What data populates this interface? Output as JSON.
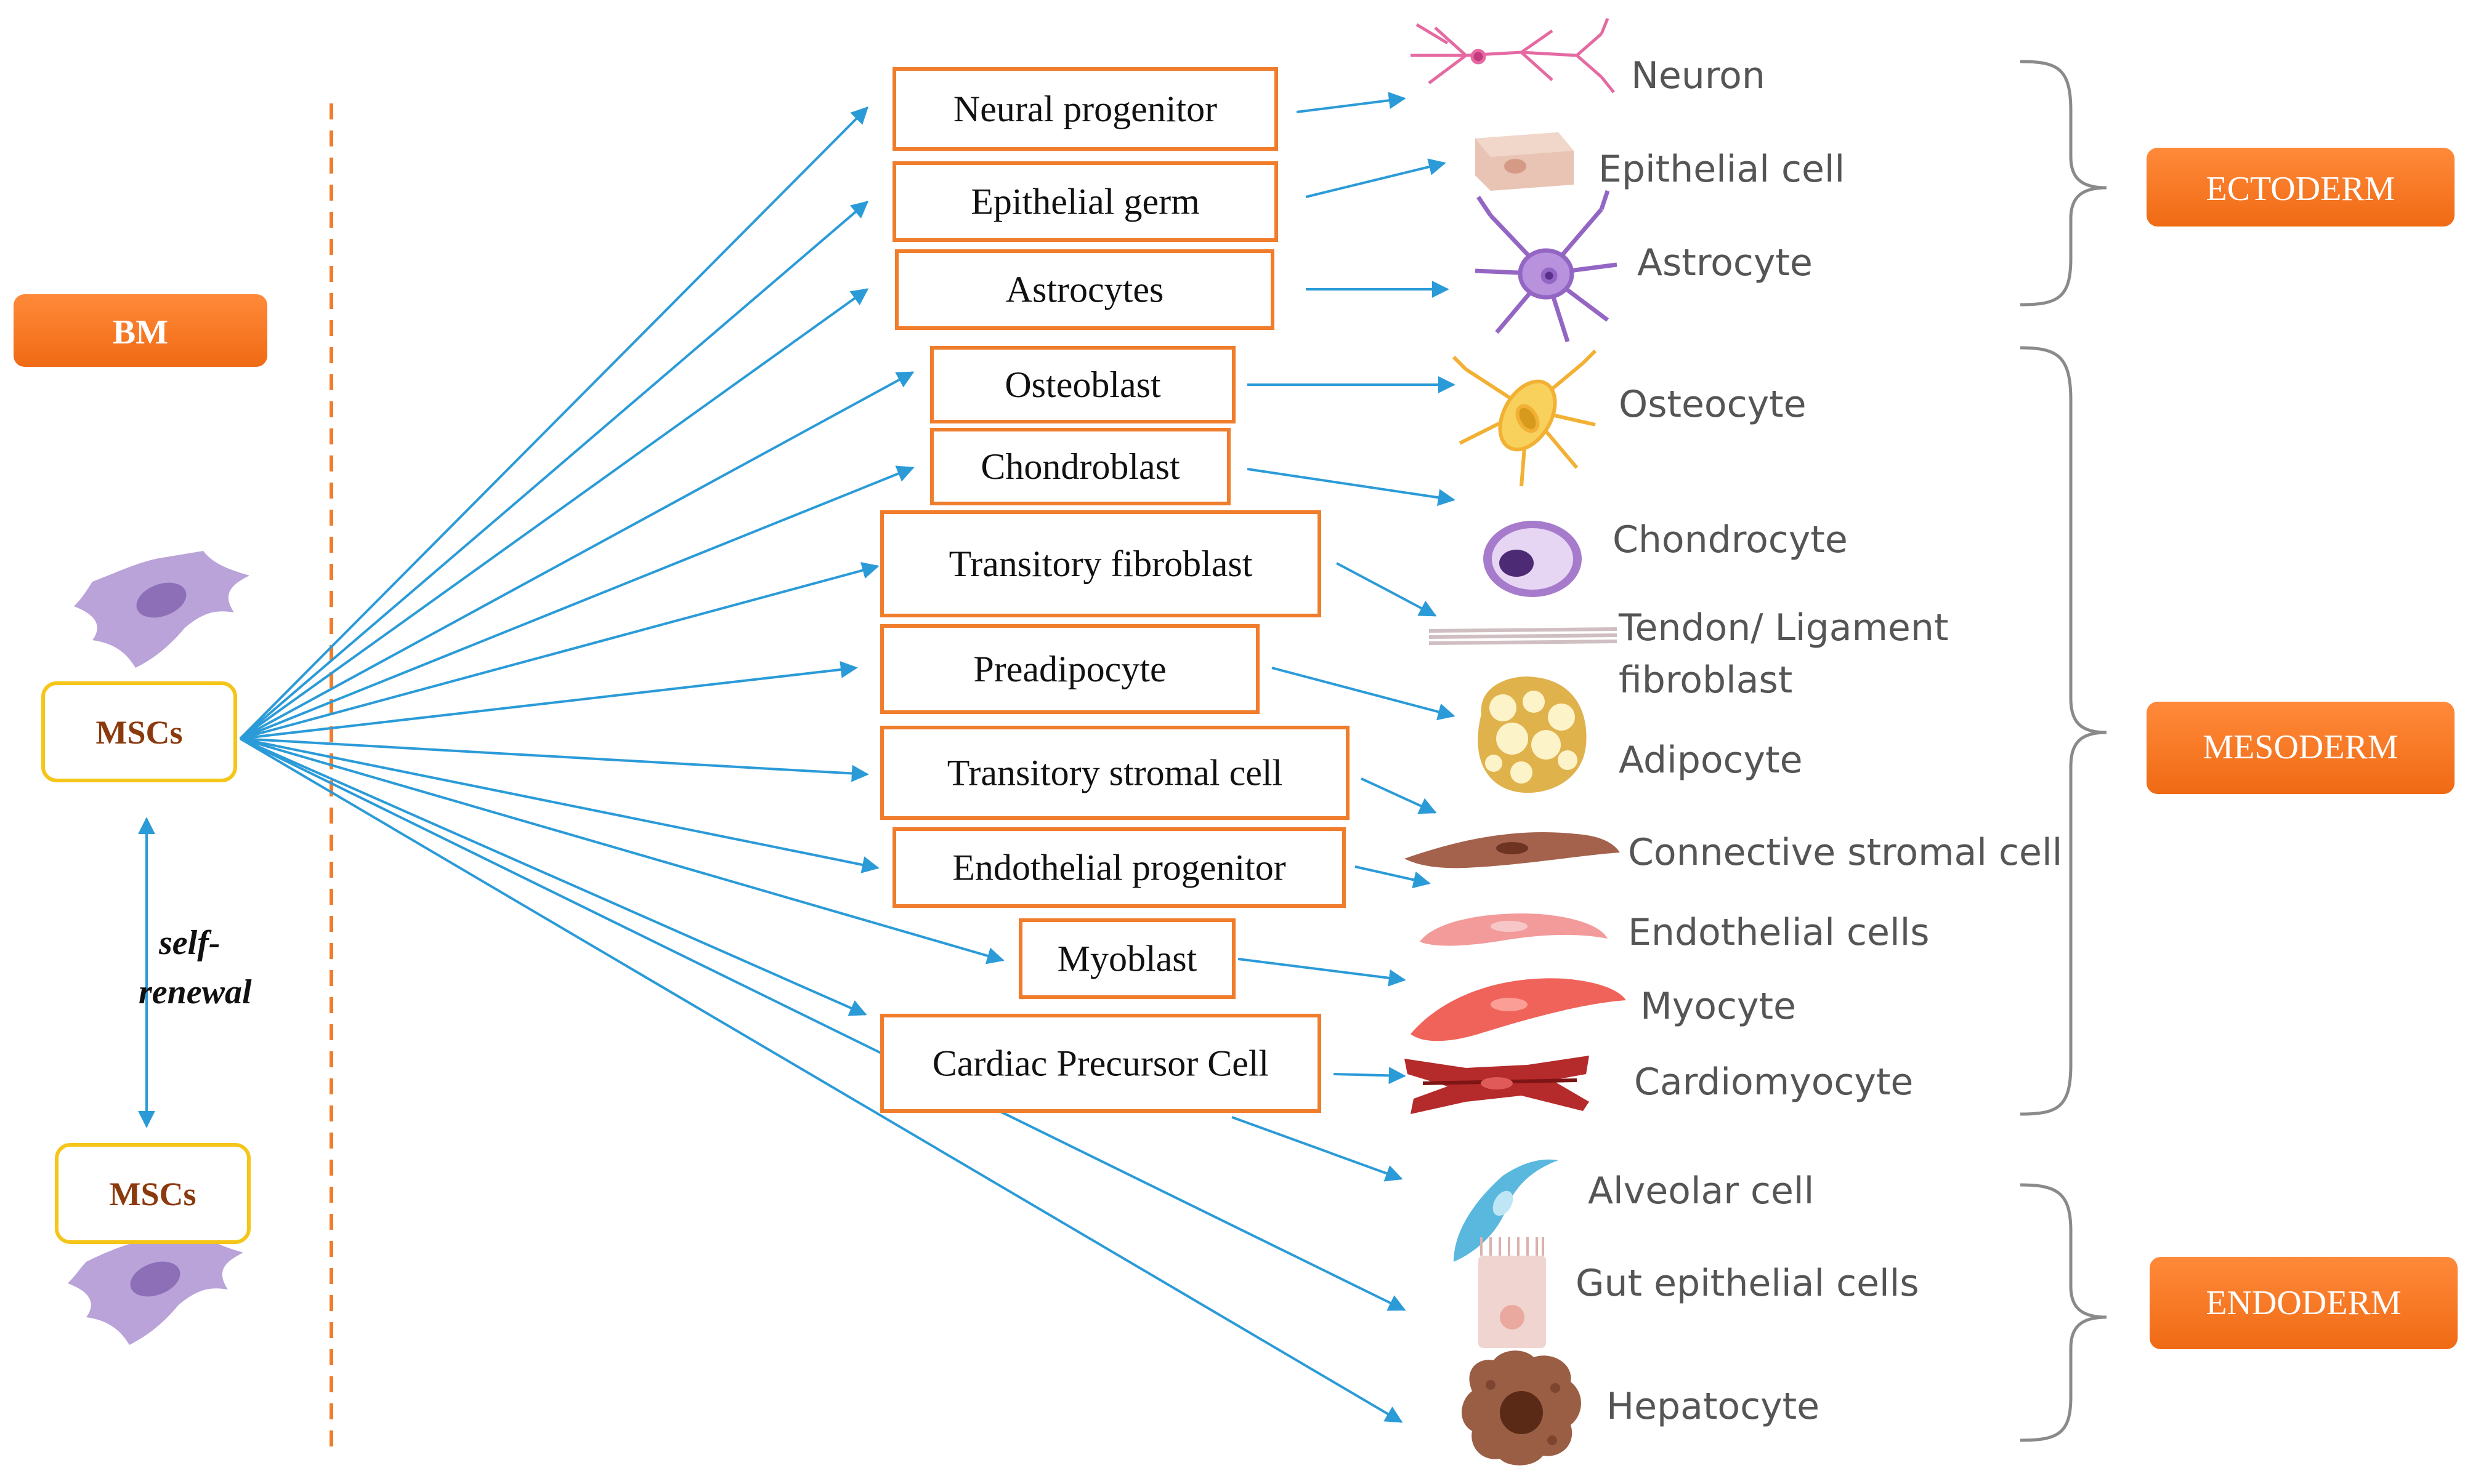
{
  "origin": {
    "niche_label": "BM",
    "msc_label": "MSCs",
    "msc_daughter_label": "MSCs",
    "self_renewal_label": "self-\nrenewal"
  },
  "progenitors": [
    "Neural progenitor",
    "Epithelial germ",
    "Astrocytes",
    "Osteoblast",
    "Chondroblast",
    "Transitory fibroblast",
    "Preadipocyte",
    "Transitory stromal cell",
    "Endothelial progenitor",
    "Myoblast",
    "Cardiac Precursor Cell"
  ],
  "cell_types": [
    {
      "label": "Neuron",
      "icon": "neuron-icon"
    },
    {
      "label": "Epithelial cell",
      "icon": "epithelial-cell-icon"
    },
    {
      "label": "Astrocyte",
      "icon": "astrocyte-icon"
    },
    {
      "label": "Osteocyte",
      "icon": "osteocyte-icon"
    },
    {
      "label": "Chondrocyte",
      "icon": "chondrocyte-icon"
    },
    {
      "label": "Tendon/ Ligament\nfibroblast",
      "icon": "fibroblast-icon"
    },
    {
      "label": "Adipocyte",
      "icon": "adipocyte-icon"
    },
    {
      "label": "Connective stromal cell",
      "icon": "stromal-cell-icon"
    },
    {
      "label": "Endothelial cells",
      "icon": "endothelial-cell-icon"
    },
    {
      "label": "Myocyte",
      "icon": "myocyte-icon"
    },
    {
      "label": "Cardiomyocyte",
      "icon": "cardiomyocyte-icon"
    },
    {
      "label": "Alveolar cell",
      "icon": "alveolar-cell-icon"
    },
    {
      "label": "Gut epithelial cells",
      "icon": "gut-epithelial-icon"
    },
    {
      "label": "Hepatocyte",
      "icon": "hepatocyte-icon"
    }
  ],
  "germ_layers": [
    "ECTODERM",
    "MESODERM",
    "ENDODERM"
  ],
  "colors": {
    "accent_orange": "#f07d2c",
    "arrow_blue": "#2b9bd8",
    "msc_border": "#f5c518",
    "msc_text": "#8b3a0e",
    "msc_cell": "#b9a3d9"
  }
}
